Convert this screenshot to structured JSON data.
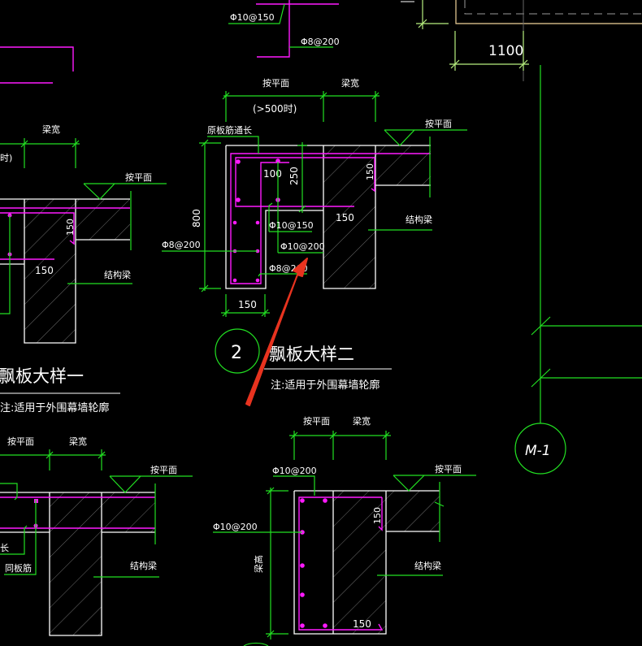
{
  "colors": {
    "background": "#000000",
    "outline": "#ffffff",
    "dimension": "#22e022",
    "rebar": "#ff1aff",
    "arrow": "#e8331f"
  },
  "top": {
    "rebar_a": "Φ10@150",
    "rebar_b": "Φ8@200",
    "dim_1100": "1100"
  },
  "detail1": {
    "flat_label": "按平面",
    "beam_width": "梁宽",
    "cond_partial": "时)",
    "slab_thk": "150",
    "beam_w": "150",
    "struct_beam": "结构梁",
    "title": "飘板大样一",
    "note": "注:适用于外围幕墙轮廓"
  },
  "detail2": {
    "flat_label": "按平面",
    "beam_width": "梁宽",
    "cond": "(>500时)",
    "through_rebar": "原板筋通长",
    "flat_label_right": "按平面",
    "height": "800",
    "d100": "100",
    "d250": "250",
    "slab_thk": "150",
    "beam_w": "150",
    "rebar_1": "Φ10@150",
    "rebar_2": "Φ10@200",
    "rebar_3": "Φ8@200",
    "rebar_left": "Φ8@200",
    "struct_beam": "结构梁",
    "bottom_w": "150",
    "index": "2",
    "title": "飘板大样二",
    "note": "注:适用于外围幕墙轮廓"
  },
  "detail3": {
    "flat_label": "按平面",
    "beam_width": "梁宽",
    "flat_label_right": "按平面",
    "same_rebar": "同板筋",
    "struct_beam": "结构梁",
    "cut_label": "长"
  },
  "detail4": {
    "flat_label": "按平面",
    "beam_width": "梁宽",
    "rebar_top": "Φ10@200",
    "rebar_side": "Φ10@200",
    "beam_height": "梁高",
    "flat_label_right": "按平面",
    "struct_beam": "结构梁",
    "slab_thk": "150",
    "bottom_w": "150"
  },
  "grid": {
    "axis_label": "M-1"
  }
}
